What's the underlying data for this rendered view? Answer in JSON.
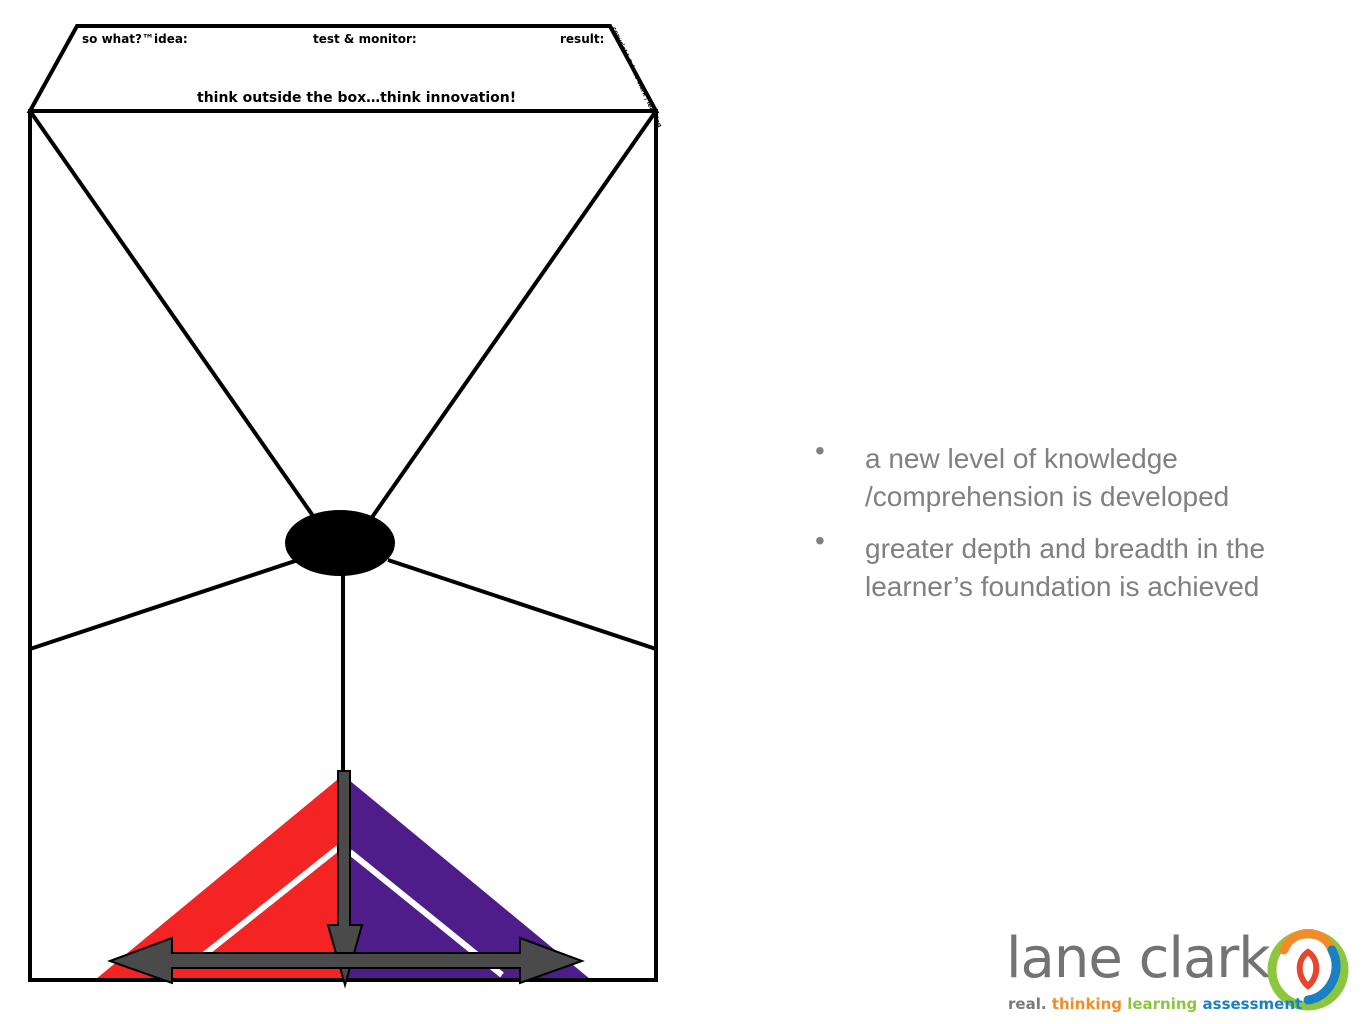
{
  "diagram": {
    "header": {
      "so_what_idea": "so what?™idea:",
      "test_monitor": "test & monitor:",
      "result": "result:",
      "tagline": "think outside the box…think innovation!",
      "side_note": "copyright © lane clark | learning"
    },
    "colors": {
      "outline": "#000000",
      "left_triangle": "#f42425",
      "right_triangle": "#4f1d89",
      "arrow_fill": "#4a4a4a"
    },
    "icons": [
      "center-node",
      "down-arrow",
      "double-headed-arrow"
    ]
  },
  "bullets": [
    {
      "text": "a new level of knowledge /comprehension is developed"
    },
    {
      "text": "greater depth and breadth in the learner’s foundation is achieved"
    }
  ],
  "logo": {
    "name": "lane clark",
    "tagline": {
      "part1": "real.",
      "part2": "thinking",
      "part3": "learning",
      "part4": "assessment"
    },
    "colors": {
      "name": "#737373",
      "part1": "#7a7a7a",
      "part2": "#f28c28",
      "part3": "#8cc63f",
      "part4": "#1b7fc4"
    },
    "icon": "trinity-knot-icon"
  }
}
